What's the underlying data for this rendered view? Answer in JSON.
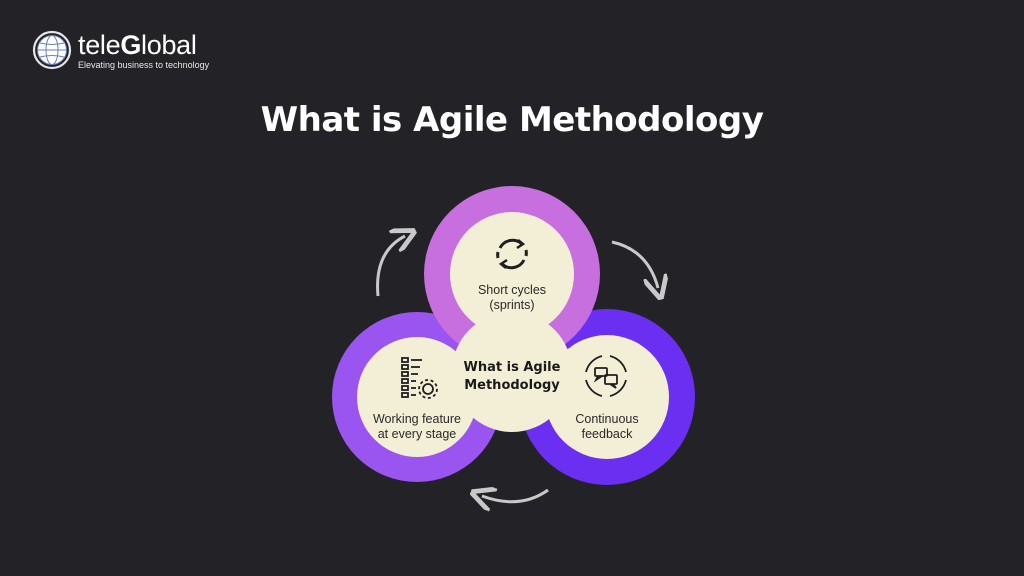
{
  "brand": {
    "name_prefix": "tele",
    "name_bold": "G",
    "name_suffix": "lobal",
    "tagline": "Elevating business to technology"
  },
  "title": "What is Agile Methodology",
  "diagram": {
    "center": {
      "line1": "What is Agile",
      "line2": "Methodology"
    },
    "nodes": [
      {
        "id": "sprints",
        "line1": "Short cycles",
        "line2": "(sprints)",
        "icon": "refresh-cycle-icon",
        "ring_color": "#c86fe0"
      },
      {
        "id": "feedback",
        "line1": "Continuous",
        "line2": "feedback",
        "icon": "chat-feedback-icon",
        "ring_color": "#6a2ff0"
      },
      {
        "id": "feature",
        "line1": "Working feature",
        "line2": "at every stage",
        "icon": "checklist-gear-icon",
        "ring_color": "#9a55f0"
      }
    ],
    "inner_color": "#f3efd6"
  }
}
